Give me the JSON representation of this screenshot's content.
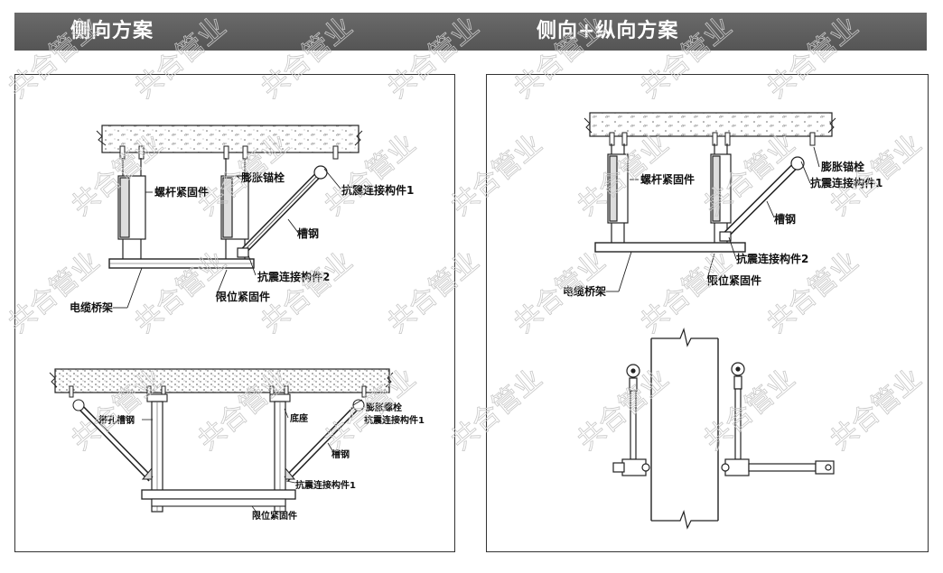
{
  "header": {
    "left_title": "侧向方案",
    "right_title": "侧向+纵向方案",
    "bg_color": "#5f5f5f"
  },
  "watermark": "共合管业",
  "left_panel": {
    "top_diagram": {
      "labels": {
        "rod_fastener": "螺杆紧固件",
        "anchor_bolt": "膨胀锚栓",
        "connector1": "抗震连接构件1",
        "channel": "槽钢",
        "connector2": "抗震连接构件2",
        "limit_fastener": "限位紧固件",
        "cable_tray": "电缆桥架"
      }
    },
    "bottom_diagram": {
      "labels": {
        "perforated_channel": "带孔槽钢",
        "base": "底座",
        "anchor_bolt": "膨胀螺栓",
        "connector1_top": "抗震连接构件1",
        "channel": "槽钢",
        "connector1_bottom": "抗震连接构件1",
        "limit_fastener": "限位紧固件"
      }
    }
  },
  "right_panel": {
    "top_diagram": {
      "labels": {
        "anchor_bolt": "膨胀锚栓",
        "connector1": "抗震连接构件1",
        "rod_fastener": "螺杆紧固件",
        "channel": "槽钢",
        "connector2": "抗震连接构件2",
        "limit_fastener": "限位紧固件",
        "cable_tray": "电缆桥架"
      }
    }
  }
}
